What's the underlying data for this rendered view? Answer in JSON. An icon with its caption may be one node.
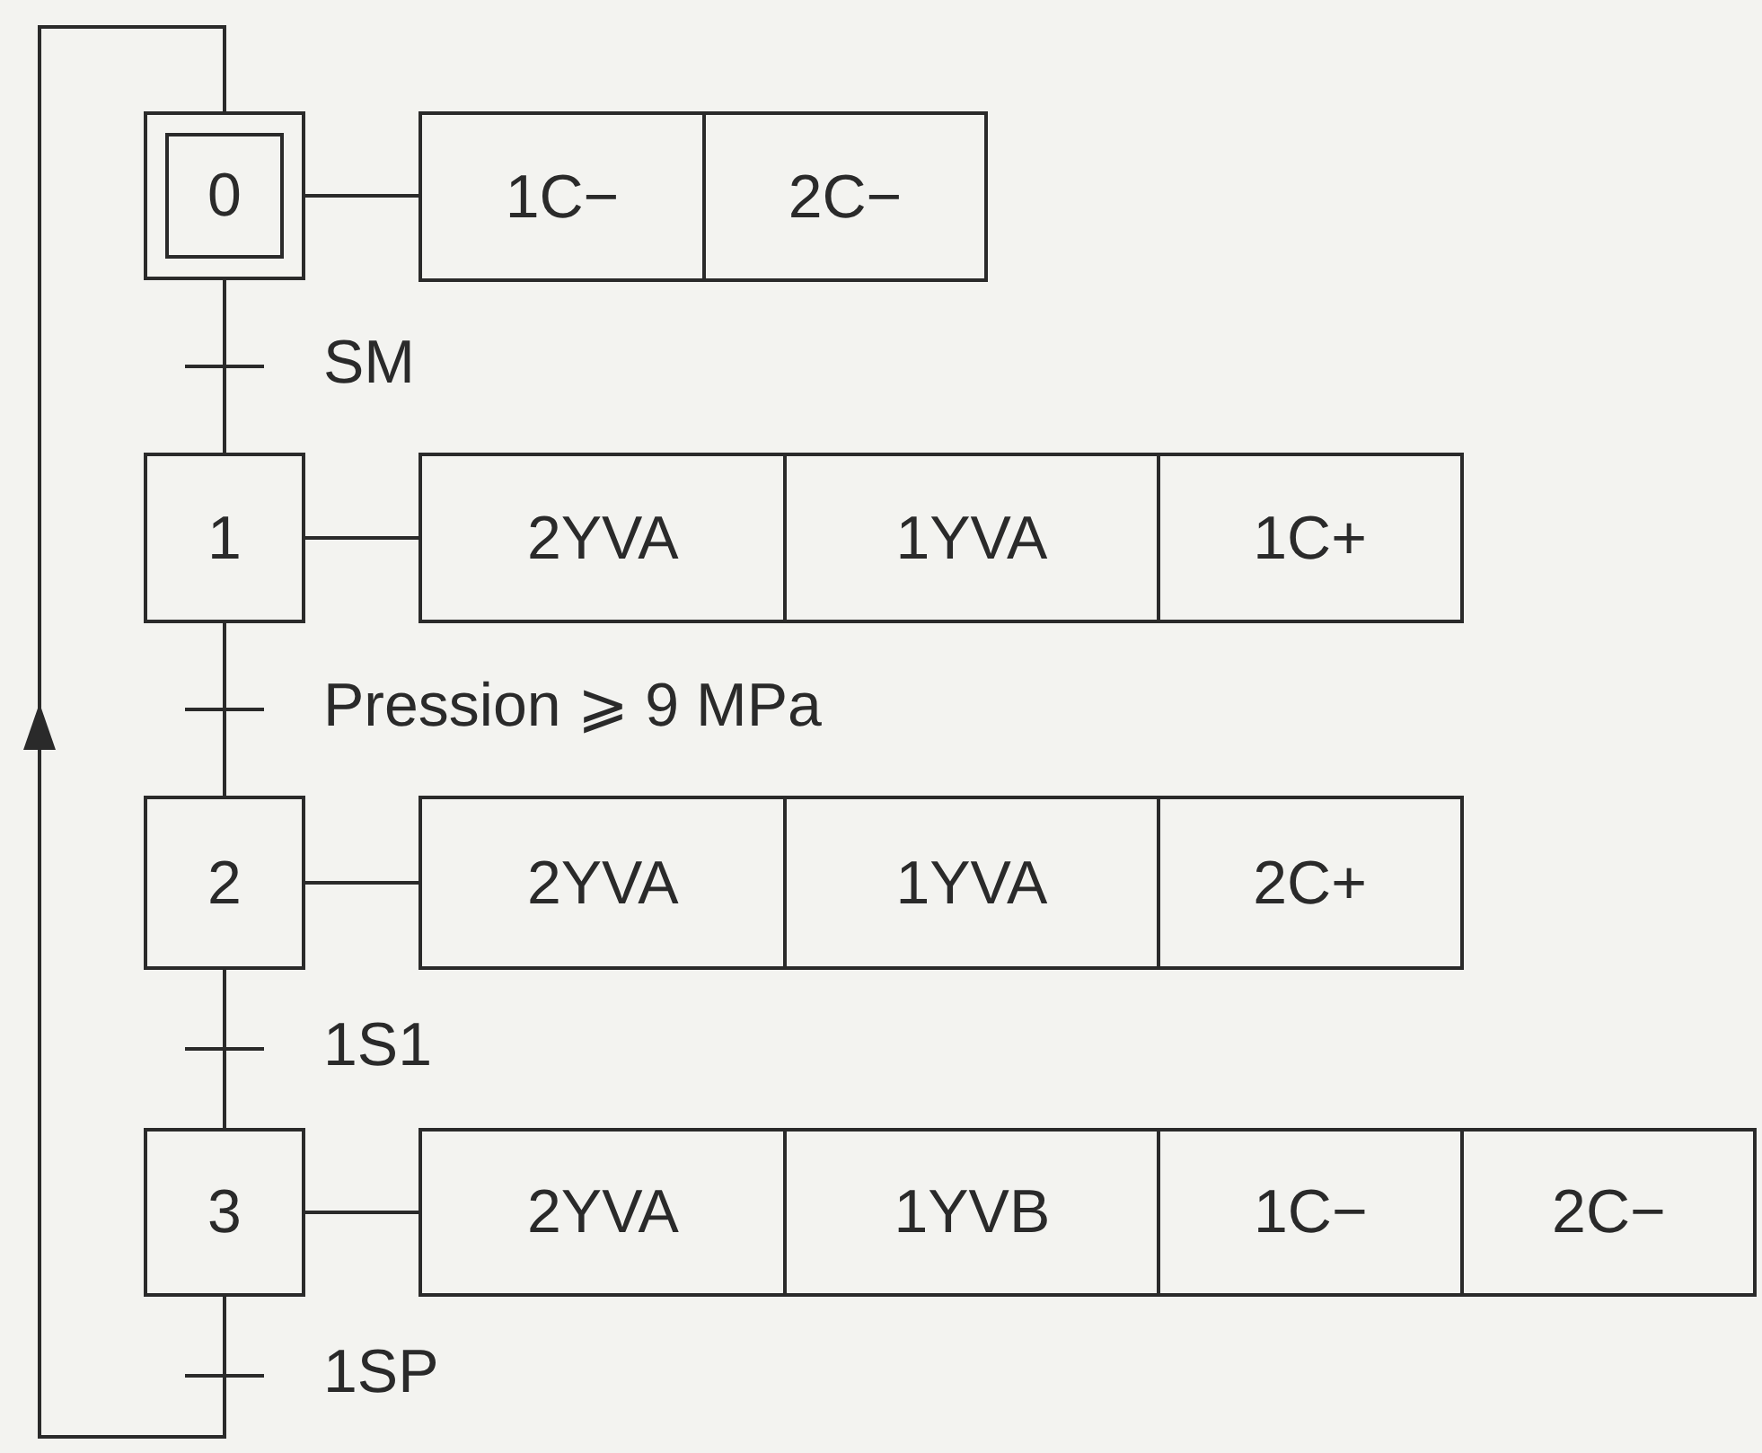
{
  "diagram": {
    "nodes": [
      {
        "text": [
          "0"
        ]
      },
      {
        "text": [
          "1C−",
          "2C−"
        ]
      },
      {
        "text": [
          "1"
        ]
      },
      {
        "text": [
          "2YVA",
          "1YVA",
          "1C+"
        ]
      },
      {
        "text": [
          "2"
        ]
      },
      {
        "text": [
          "2YVA",
          "1YVA",
          "2C+"
        ]
      },
      {
        "text": [
          "3"
        ]
      },
      {
        "text": [
          "2YVA",
          "1YVB",
          "1C−",
          "2C−"
        ]
      }
    ],
    "edges": [
      {
        "from": 0,
        "to": 1,
        "arrow": "none"
      },
      {
        "from": 0,
        "to": 2,
        "arrow": "none",
        "label": "SM"
      },
      {
        "from": 2,
        "to": 3,
        "arrow": "none"
      },
      {
        "from": 2,
        "to": 4,
        "arrow": "none",
        "label": "Pression ⩾ 9 MPa"
      },
      {
        "from": 4,
        "to": 5,
        "arrow": "none"
      },
      {
        "from": 4,
        "to": 6,
        "arrow": "none",
        "label": "1S1"
      },
      {
        "from": 6,
        "to": 7,
        "arrow": "none"
      },
      {
        "from": 6,
        "to": 0,
        "arrow": "to",
        "label": "1SP"
      }
    ]
  }
}
